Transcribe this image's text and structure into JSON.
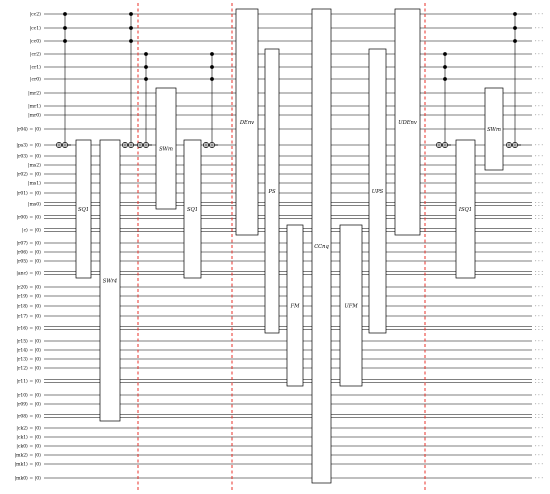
{
  "diagram": {
    "wires": [
      {
        "label": "|cc2⟩",
        "registers": 1
      },
      {
        "label": "|cc1⟩",
        "registers": 1
      },
      {
        "label": "|cc0⟩",
        "registers": 1
      },
      {
        "label": "|cr2⟩",
        "registers": 1
      },
      {
        "label": "|cr1⟩",
        "registers": 1
      },
      {
        "label": "|cr0⟩",
        "registers": 1
      },
      {
        "label": "|mr2⟩",
        "registers": 1
      },
      {
        "label": "|mr1⟩",
        "registers": 1
      },
      {
        "label": "|mr0⟩",
        "registers": 1
      },
      {
        "label": "|r04⟩ = |0⟩",
        "registers": 1
      },
      {
        "label": "|ps3⟩ = |0⟩",
        "registers": 1
      },
      {
        "label": "|r03⟩ = |0⟩",
        "registers": 1
      },
      {
        "label": "|ms2⟩",
        "registers": 1
      },
      {
        "label": "|r02⟩ = |0⟩",
        "registers": 1
      },
      {
        "label": "|ms1⟩",
        "registers": 1
      },
      {
        "label": "|r01⟩ = |0⟩",
        "registers": 1
      },
      {
        "label": "|ms0⟩",
        "registers": 2
      },
      {
        "label": "|r00⟩ = |0⟩",
        "registers": 2
      },
      {
        "label": "|c⟩ = |0⟩",
        "registers": 2
      },
      {
        "label": "|r07⟩ = |0⟩",
        "registers": 1
      },
      {
        "label": "|r06⟩ = |0⟩",
        "registers": 1
      },
      {
        "label": "|r05⟩ = |0⟩",
        "registers": 1
      },
      {
        "label": "|anc⟩ = |0⟩",
        "registers": 2
      },
      {
        "label": "|r20⟩ = |0⟩",
        "registers": 1
      },
      {
        "label": "|r19⟩ = |0⟩",
        "registers": 1
      },
      {
        "label": "|r18⟩ = |0⟩",
        "registers": 1
      },
      {
        "label": "|r17⟩ = |0⟩",
        "registers": 1
      },
      {
        "label": "|r16⟩ = |0⟩",
        "registers": 2
      },
      {
        "label": "|r15⟩ = |0⟩",
        "registers": 1
      },
      {
        "label": "|r14⟩ = |0⟩",
        "registers": 1
      },
      {
        "label": "|r13⟩ = |0⟩",
        "registers": 1
      },
      {
        "label": "|r12⟩ = |0⟩",
        "registers": 1
      },
      {
        "label": "|r11⟩ = |0⟩",
        "registers": 2
      },
      {
        "label": "|r10⟩ = |0⟩",
        "registers": 1
      },
      {
        "label": "|r09⟩ = |0⟩",
        "registers": 1
      },
      {
        "label": "|r08⟩ = |0⟩",
        "registers": 2
      },
      {
        "label": "|ck2⟩ = |0⟩",
        "registers": 1
      },
      {
        "label": "|ck1⟩ = |0⟩",
        "registers": 1
      },
      {
        "label": "|ck0⟩ = |0⟩",
        "registers": 1
      },
      {
        "label": "|mk2⟩ = |0⟩",
        "registers": 1
      },
      {
        "label": "|mk1⟩ = |0⟩",
        "registers": 1
      },
      {
        "label": "|mk0⟩ = |0⟩",
        "registers": 1
      }
    ],
    "gates": [
      {
        "label": "SQ1",
        "from": 10,
        "to": 22
      },
      {
        "label": "SWr4",
        "from": 10,
        "to": 35
      },
      {
        "label": "SWm",
        "from": 6,
        "to": 16
      },
      {
        "label": "SQ1",
        "from": 10,
        "to": 22
      },
      {
        "label": "DEnv",
        "from": 0,
        "to": 18
      },
      {
        "label": "PS",
        "from": 3,
        "to": 27
      },
      {
        "label": "FM",
        "from": 18,
        "to": 32
      },
      {
        "label": "CCnq",
        "from": 0,
        "to": 41
      },
      {
        "label": "UFM",
        "from": 18,
        "to": 32
      },
      {
        "label": "UPS",
        "from": 3,
        "to": 27
      },
      {
        "label": "UDEnv",
        "from": 0,
        "to": 18
      },
      {
        "label": "ISQ1",
        "from": 10,
        "to": 22
      },
      {
        "label": "SWm",
        "from": 6,
        "to": 12
      }
    ],
    "controls": [
      {
        "dots": [
          0,
          1,
          2
        ],
        "target": 10
      },
      {
        "dots": [
          0,
          1,
          2
        ],
        "target": 10
      },
      {
        "dots": [
          3,
          4,
          5
        ],
        "target": 10
      },
      {
        "dots": [
          3,
          4,
          5
        ],
        "target": 10
      },
      {
        "dots": [
          3,
          4,
          5
        ],
        "target": 10
      },
      {
        "dots": [
          0,
          1,
          2
        ],
        "target": 10
      }
    ],
    "ellipsis": "· · ·",
    "barrier_color": "#e8302a"
  }
}
